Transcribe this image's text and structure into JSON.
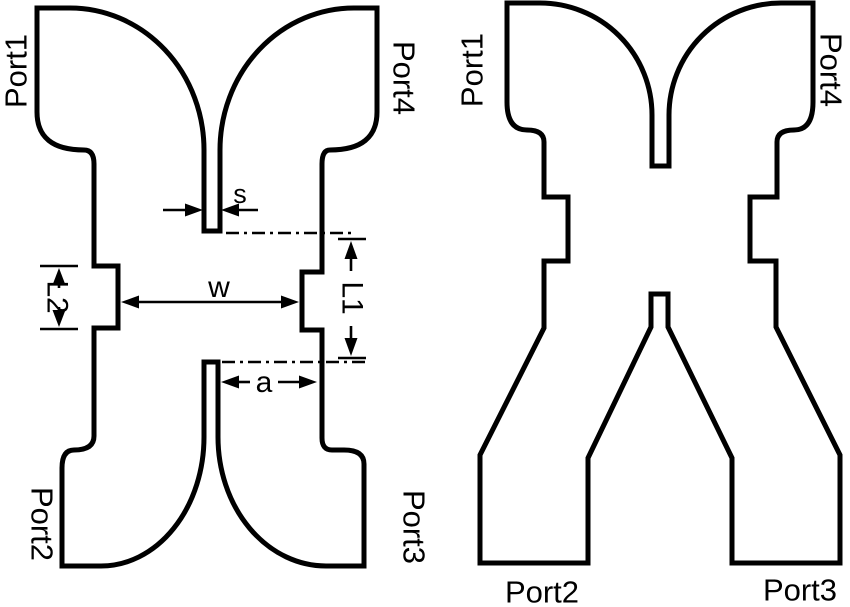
{
  "left_figure": {
    "port1": "Port1",
    "port2": "Port2",
    "port3": "Port3",
    "port4": "Port4",
    "dim_s": "s",
    "dim_w": "w",
    "dim_a": "a",
    "dim_l1": "L1",
    "dim_l2": "L2"
  },
  "right_figure": {
    "port1": "Port1",
    "port2": "Port2",
    "port3": "Port3",
    "port4": "Port4"
  },
  "colors": {
    "ink": "#000000",
    "paper": "#ffffff"
  }
}
